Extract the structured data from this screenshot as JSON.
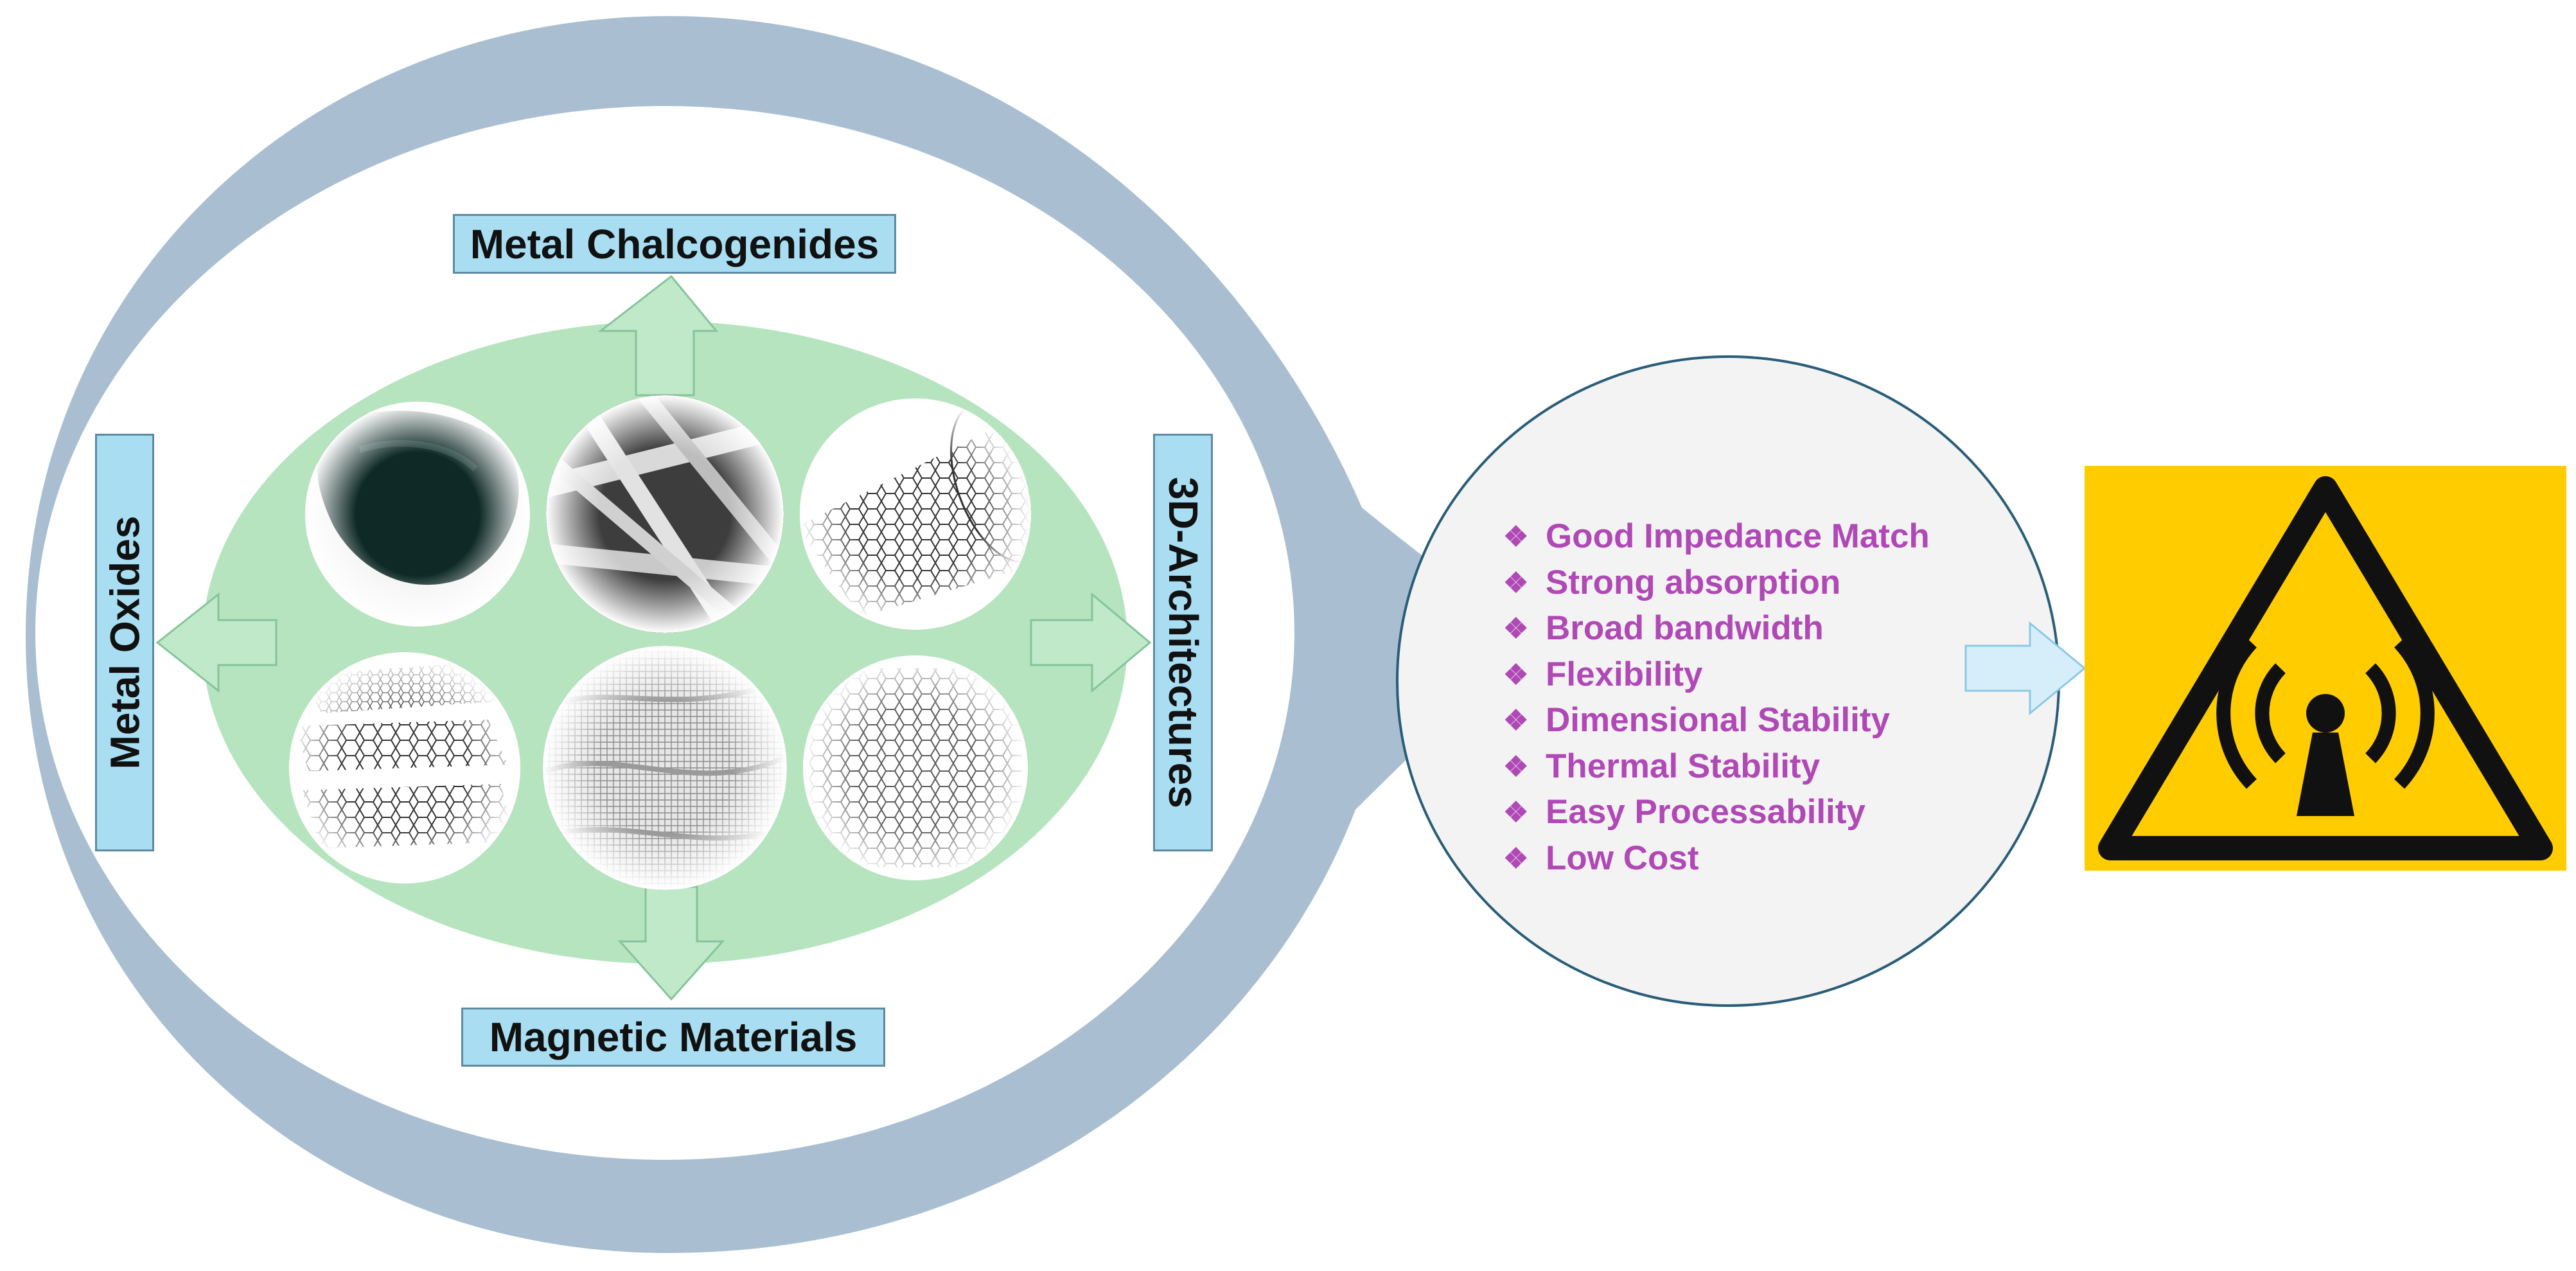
{
  "labels": {
    "top": "Metal Chalcogenides",
    "bottom": "Magnetic Materials",
    "left": "Metal Oxides",
    "right": "3D-Architectures"
  },
  "properties": [
    "Good Impedance Match",
    "Strong absorption",
    "Broad bandwidth",
    "Flexibility",
    "Dimensional Stability",
    "Thermal Stability",
    "Easy Processability",
    "Low Cost"
  ],
  "bullet_glyph": "❖",
  "material_images": [
    "carbon-black-powder",
    "carbon-fibers",
    "carbon-nanotube",
    "graphene-layers",
    "graphene-sheet",
    "graphene-oxide-structure"
  ],
  "warning_sign": {
    "icon": "radiation-warning-icon",
    "background": "#ffcc00"
  },
  "colors": {
    "bubble": "#a9bfd1",
    "material_ellipse": "#b6e4bf",
    "arrow": "#bfe9c9",
    "label_box": "#a9def2",
    "property_text": "#b048b6",
    "property_circle": "#f3f3f3",
    "property_circle_border": "#2a5d78"
  }
}
